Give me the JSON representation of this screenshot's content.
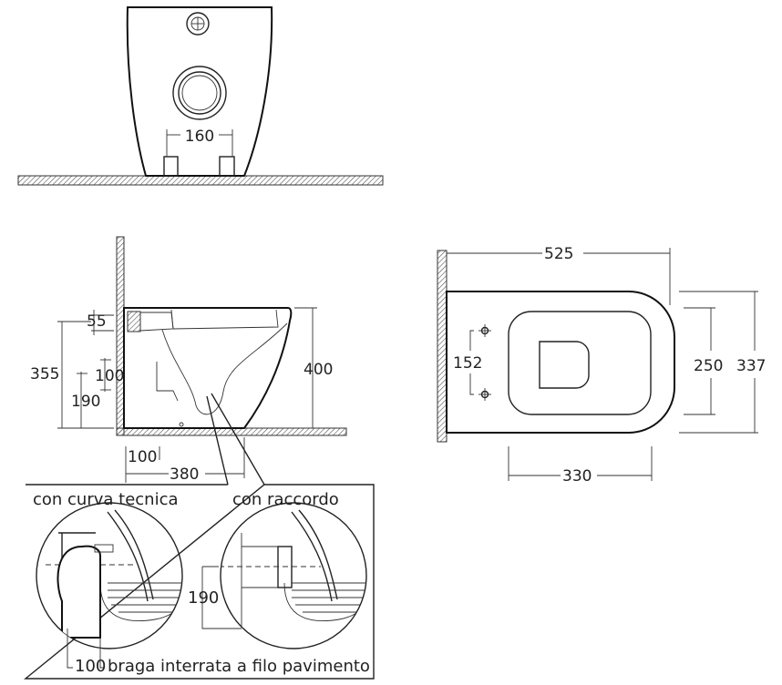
{
  "front_view": {
    "dim_width": "160"
  },
  "side_view": {
    "dim_55": "55",
    "dim_355": "355",
    "dim_100_vertical": "100",
    "dim_190": "190",
    "dim_400": "400",
    "dim_100_horizontal": "100",
    "dim_380": "380"
  },
  "plan_view": {
    "dim_525": "525",
    "dim_152": "152",
    "dim_250": "250",
    "dim_337": "337",
    "dim_330": "330"
  },
  "detail": {
    "caption_left": "con curva tecnica",
    "caption_right": "con raccordo",
    "dim_190": "190",
    "dim_100": "100",
    "caption_bottom": "braga interrata a filo pavimento"
  }
}
